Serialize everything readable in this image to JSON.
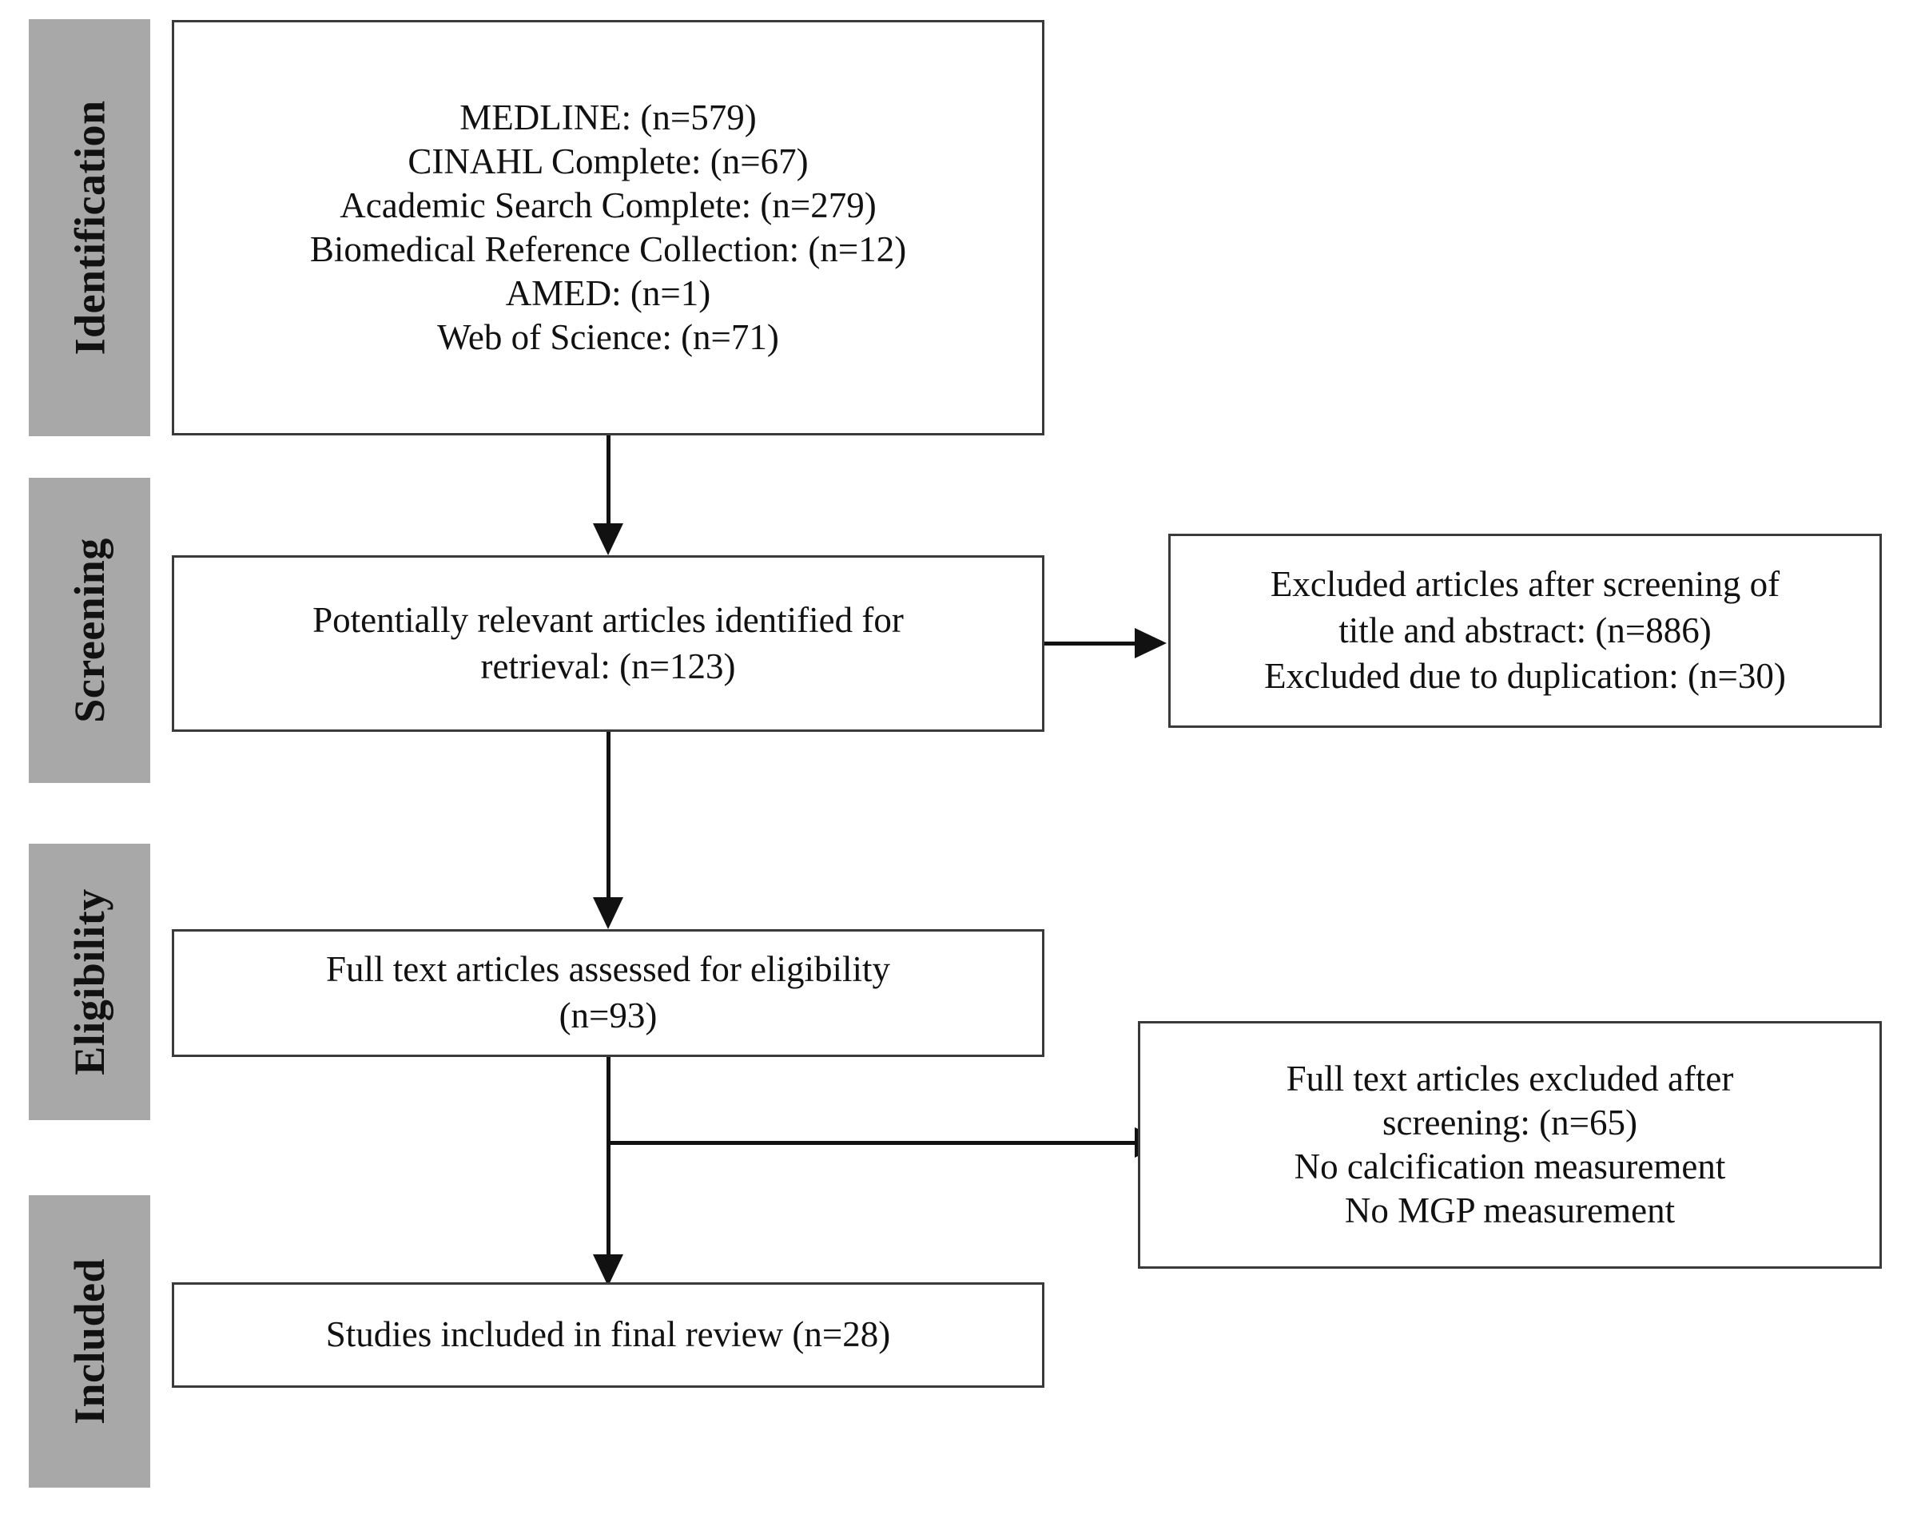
{
  "diagram": {
    "title": "PRISMA study selection flow diagram",
    "type": "flowchart",
    "accent_gray": "#a8a8a8",
    "line_color": "#111111"
  },
  "stages": [
    {
      "id": "identification",
      "label": "Identification"
    },
    {
      "id": "screening",
      "label": "Screening"
    },
    {
      "id": "eligibility",
      "label": "Eligibility"
    },
    {
      "id": "included",
      "label": "Included"
    }
  ],
  "boxes": {
    "sources": {
      "lines": [
        "MEDLINE: (n=579)",
        "CINAHL  Complete: (n=67)",
        "Academic Search Complete: (n=279)",
        "Biomedical Reference Collection: (n=12)",
        "AMED: (n=1)",
        "Web of Science: (n=71)"
      ]
    },
    "retrieval": {
      "lines": [
        "Potentially relevant articles identified for",
        "retrieval: (n=123)"
      ]
    },
    "excluded_screening": {
      "lines": [
        "Excluded articles after screening  of",
        "title and abstract:  (n=886)",
        "Excluded due to duplication: (n=30)"
      ]
    },
    "full_text_assessed": {
      "lines": [
        "Full text articles assessed for eligibility",
        "(n=93)"
      ]
    },
    "excluded_full_text": {
      "lines": [
        "Full text articles excluded after",
        "screening: (n=65)",
        "No calcification measurement",
        "No MGP measurement"
      ]
    },
    "included_final": {
      "lines": [
        "Studies included in final review (n=28)"
      ]
    }
  },
  "counts": {
    "medline": 579,
    "cinahl_complete": 67,
    "academic_search_complete": 279,
    "biomedical_reference_collection": 12,
    "amed": 1,
    "web_of_science": 71,
    "potentially_relevant": 123,
    "excluded_title_abstract": 886,
    "excluded_duplication": 30,
    "full_text_assessed": 93,
    "full_text_excluded": 65,
    "included_final": 28
  }
}
